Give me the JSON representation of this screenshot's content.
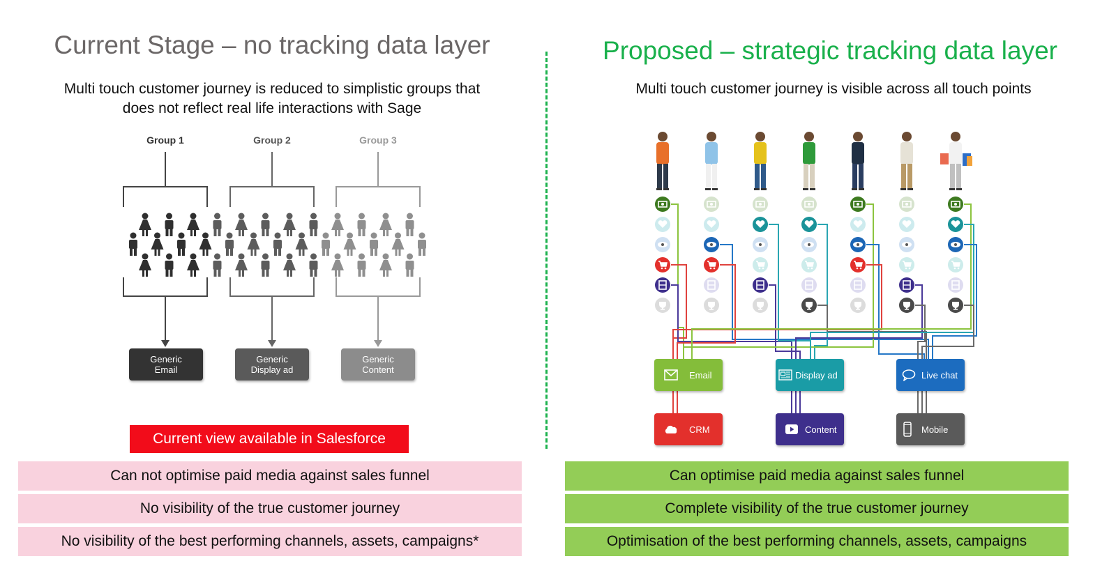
{
  "left": {
    "title": "Current Stage – no tracking data layer",
    "subtitle_line1": "Multi touch customer journey is reduced to simplistic groups that",
    "subtitle_line2": "does not reflect real life interactions with Sage",
    "groups": [
      {
        "label": "Group 1",
        "output_line1": "Generic",
        "output_line2": "Email",
        "color": "#333333"
      },
      {
        "label": "Group 2",
        "output_line1": "Generic",
        "output_line2": "Display ad",
        "color": "#5a5a5a"
      },
      {
        "label": "Group 3",
        "output_line1": "Generic",
        "output_line2": "Content",
        "color": "#8c8c8c"
      }
    ],
    "banner": "Current view available in Salesforce",
    "outcomes": [
      "Can not optimise paid media against sales funnel",
      "No visibility of the true customer journey",
      "No visibility of the best performing channels, assets, campaigns*"
    ]
  },
  "right": {
    "title": "Proposed – strategic tracking data layer",
    "subtitle": "Multi touch customer journey is visible across all touch points",
    "touchpoint_icons": [
      "money-icon",
      "heart-icon",
      "eye-icon",
      "cart-icon",
      "film-icon",
      "trophy-icon"
    ],
    "channels": [
      {
        "label": "Email",
        "icon": "envelope-icon",
        "color": "#84bd3a"
      },
      {
        "label": "Display ad",
        "icon": "newspaper-icon",
        "color": "#1a9ca6"
      },
      {
        "label": "Live chat",
        "icon": "speech-bubble-icon",
        "color": "#1c6cbf"
      },
      {
        "label": "CRM",
        "icon": "cloud-icon",
        "color": "#e3302c"
      },
      {
        "label": "Content",
        "icon": "play-icon",
        "color": "#3e2f8c"
      },
      {
        "label": "Mobile",
        "icon": "phone-icon",
        "color": "#5a5a5a"
      }
    ],
    "outcomes": [
      "Can optimise paid media against sales funnel",
      "Complete visibility of the true customer journey",
      "Optimisation of the best performing channels, assets, campaigns"
    ]
  },
  "colors": {
    "left_title": "#6b6767",
    "right_title": "#19b04b",
    "divider": "#1db24e",
    "banner": "#f20c1a",
    "pink_row": "#f9d2de",
    "green_row": "#93cd57"
  }
}
